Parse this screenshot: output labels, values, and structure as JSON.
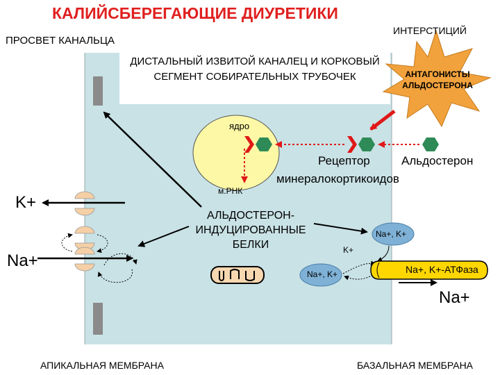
{
  "title": "КАЛИЙСБЕРЕГАЮЩИЕ ДИУРЕТИКИ",
  "lumen_label": "ПРОСВЕТ КАНАЛЬЦА",
  "interstitium_label": "ИНТЕРСТИЦИЙ",
  "segment_label": "ДИСТАЛЬНЫЙ ИЗВИТОЙ КАНАЛЕЦ И КОРКОВЫЙ СЕГМЕНТ СОБИРАТЕЛЬНЫХ ТРУБОЧЕК",
  "antagonists_label": "АНТАГОНИСТЫ АЛЬДОСТЕРОНА",
  "nucleus_label": "ядро",
  "receptor_label": "Рецептор",
  "aldosterone_label": "Альдостерон",
  "mineralocorticoid_label": "минералокортикоидов",
  "mrna_label": "м.РНК",
  "proteins_label": "АЛЬДОСТЕРОН-ИНДУЦИРОВАННЫЕ БЕЛКИ",
  "k_ion": "K+",
  "na_ion": "Na+",
  "na_k_upper": "Na+, K+",
  "k_small": "K+",
  "na_k_lower": "Na+, K+",
  "atpase_label": "Na+, K+-АТФаза",
  "na_out": "Na+",
  "apical_label": "АПИКАЛЬНАЯ МЕМБРАНА",
  "basal_label": "БАЗАЛЬНАЯ МЕМБРАНА",
  "colors": {
    "title": "#e02020",
    "cell": "#c9e2e6",
    "nucleus": "#fcf8a6",
    "starburst": "#f2a23c",
    "arrow_red": "#e01818",
    "hex_green": "#2e8b57",
    "channel": "#f5cfa5",
    "pump": "#ffd700"
  }
}
